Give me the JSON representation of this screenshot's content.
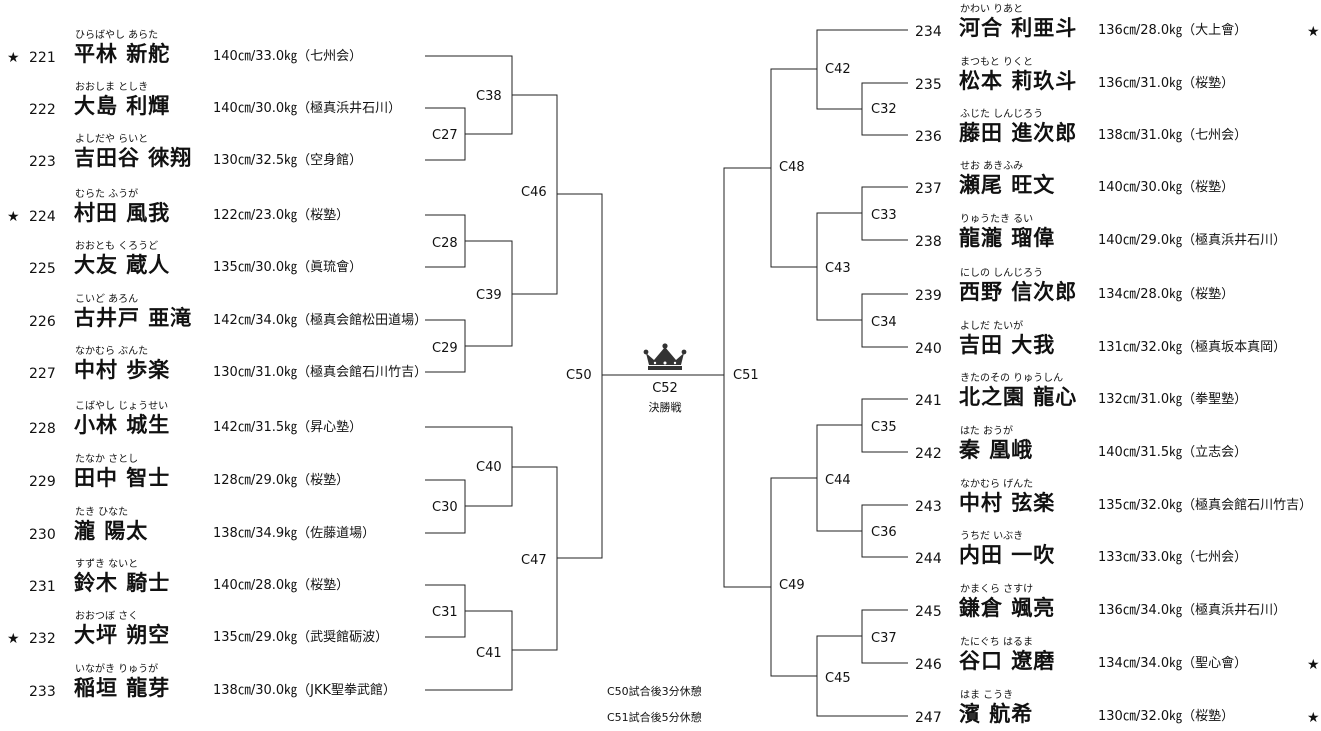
{
  "left_entries": [
    {
      "star": "★",
      "num": "221",
      "kana": "ひらばやし あらた",
      "name": "平林 新舵",
      "info": "140㎝/33.0㎏（七州会）"
    },
    {
      "star": "",
      "num": "222",
      "kana": "おおしま としき",
      "name": "大島 利輝",
      "info": "140㎝/30.0㎏（極真浜井石川）"
    },
    {
      "star": "",
      "num": "223",
      "kana": "よしだや らいと",
      "name": "吉田谷 徠翔",
      "info": "130㎝/32.5㎏（空身館）"
    },
    {
      "star": "★",
      "num": "224",
      "kana": "むらた ふうが",
      "name": "村田 風我",
      "info": "122㎝/23.0㎏（桜塾）"
    },
    {
      "star": "",
      "num": "225",
      "kana": "おおとも くろうど",
      "name": "大友 蔵人",
      "info": "135㎝/30.0㎏（眞琉會）"
    },
    {
      "star": "",
      "num": "226",
      "kana": "こいど あろん",
      "name": "古井戸 亜滝",
      "info": "142㎝/34.0㎏（極真会館松田道場）"
    },
    {
      "star": "",
      "num": "227",
      "kana": "なかむら ぶんた",
      "name": "中村 歩楽",
      "info": "130㎝/31.0㎏（極真会館石川竹吉）"
    },
    {
      "star": "",
      "num": "228",
      "kana": "こばやし じょうせい",
      "name": "小林 城生",
      "info": "142㎝/31.5㎏（昇心塾）"
    },
    {
      "star": "",
      "num": "229",
      "kana": "たなか さとし",
      "name": "田中 智士",
      "info": "128㎝/29.0㎏（桜塾）"
    },
    {
      "star": "",
      "num": "230",
      "kana": "たき ひなた",
      "name": "瀧 陽太",
      "info": "138㎝/34.9㎏（佐藤道場）"
    },
    {
      "star": "",
      "num": "231",
      "kana": "すずき ないと",
      "name": "鈴木 騎士",
      "info": "140㎝/28.0㎏（桜塾）"
    },
    {
      "star": "★",
      "num": "232",
      "kana": "おおつぼ さく",
      "name": "大坪 朔空",
      "info": "135㎝/29.0㎏（武奨館砺波）"
    },
    {
      "star": "",
      "num": "233",
      "kana": "いながき りゅうが",
      "name": "稲垣 龍芽",
      "info": "138㎝/30.0㎏（JKK聖拳武館）"
    }
  ],
  "right_entries": [
    {
      "star": "★",
      "num": "234",
      "kana": "かわい りあと",
      "name": "河合 利亜斗",
      "info": "136㎝/28.0㎏（大上會）"
    },
    {
      "star": "",
      "num": "235",
      "kana": "まつもと りくと",
      "name": "松本 莉玖斗",
      "info": "136㎝/31.0㎏（桜塾）"
    },
    {
      "star": "",
      "num": "236",
      "kana": "ふじた しんじろう",
      "name": "藤田 進次郎",
      "info": "138㎝/31.0㎏（七州会）"
    },
    {
      "star": "",
      "num": "237",
      "kana": "せお あきふみ",
      "name": "瀬尾 旺文",
      "info": "140㎝/30.0㎏（桜塾）"
    },
    {
      "star": "",
      "num": "238",
      "kana": "りゅうたき るい",
      "name": "龍瀧 瑠偉",
      "info": "140㎝/29.0㎏（極真浜井石川）"
    },
    {
      "star": "",
      "num": "239",
      "kana": "にしの しんじろう",
      "name": "西野 信次郎",
      "info": "134㎝/28.0㎏（桜塾）"
    },
    {
      "star": "",
      "num": "240",
      "kana": "よしだ たいが",
      "name": "吉田 大我",
      "info": "131㎝/32.0㎏（極真坂本真岡）"
    },
    {
      "star": "",
      "num": "241",
      "kana": "きたのその りゅうしん",
      "name": "北之園 龍心",
      "info": "132㎝/31.0㎏（拳聖塾）"
    },
    {
      "star": "",
      "num": "242",
      "kana": "はた おうが",
      "name": "秦 凰峨",
      "info": "140㎝/31.5㎏（立志会）"
    },
    {
      "star": "",
      "num": "243",
      "kana": "なかむら げんた",
      "name": "中村 弦楽",
      "info": "135㎝/32.0㎏（極真会館石川竹吉）"
    },
    {
      "star": "",
      "num": "244",
      "kana": "うちだ いぶき",
      "name": "内田 一吹",
      "info": "133㎝/33.0㎏（七州会）"
    },
    {
      "star": "",
      "num": "245",
      "kana": "かまくら さすけ",
      "name": "鎌倉 颯亮",
      "info": "136㎝/34.0㎏（極真浜井石川）"
    },
    {
      "star": "★",
      "num": "246",
      "kana": "たにぐち はるま",
      "name": "谷口 遼磨",
      "info": "134㎝/34.0㎏（聖心會）"
    },
    {
      "star": "★",
      "num": "247",
      "kana": "はま こうき",
      "name": "濱 航希",
      "info": "130㎝/32.0㎏（桜塾）"
    }
  ],
  "matches": {
    "c27": "C27",
    "c28": "C28",
    "c29": "C29",
    "c30": "C30",
    "c31": "C31",
    "c32": "C32",
    "c33": "C33",
    "c34": "C34",
    "c35": "C35",
    "c36": "C36",
    "c37": "C37",
    "c38": "C38",
    "c39": "C39",
    "c40": "C40",
    "c41": "C41",
    "c42": "C42",
    "c43": "C43",
    "c44": "C44",
    "c45": "C45",
    "c46": "C46",
    "c47": "C47",
    "c48": "C48",
    "c49": "C49",
    "c50": "C50",
    "c51": "C51"
  },
  "final": {
    "id": "C52",
    "label": "決勝戦",
    "icon": "crown-icon"
  },
  "notes": {
    "break1": "C50試合後3分休憩",
    "break2": "C51試合後5分休憩"
  },
  "colors": {
    "line": "#222222",
    "text": "#111111",
    "crown": "#333333"
  }
}
